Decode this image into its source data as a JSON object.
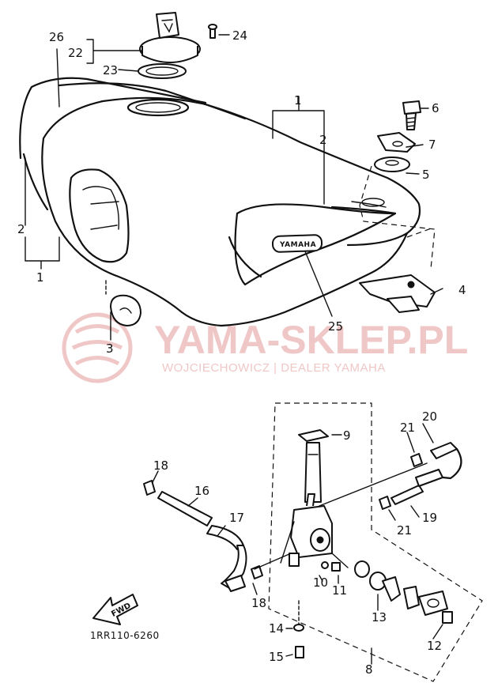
{
  "diagram": {
    "fwd_label": "FWD",
    "part_code": "1RR110-6260",
    "tank_emblem": "YAMAHA",
    "callouts": {
      "c1a": "1",
      "c1b": "1",
      "c2a": "2",
      "c2b": "2",
      "c3": "3",
      "c4": "4",
      "c5": "5",
      "c6": "6",
      "c7": "7",
      "c8": "8",
      "c9": "9",
      "c10": "10",
      "c11": "11",
      "c12": "12",
      "c13": "13",
      "c14": "14",
      "c15": "15",
      "c16": "16",
      "c17": "17",
      "c18a": "18",
      "c18b": "18",
      "c19": "19",
      "c20": "20",
      "c21a": "21",
      "c21b": "21",
      "c22": "22",
      "c23": "23",
      "c24": "24",
      "c25": "25",
      "c26": "26"
    }
  },
  "watermark": {
    "title": "YAMA-SKLEP.PL",
    "subtitle": "WOJCIECHOWICZ | DEALER YAMAHA",
    "color": "#f0c7c7"
  }
}
